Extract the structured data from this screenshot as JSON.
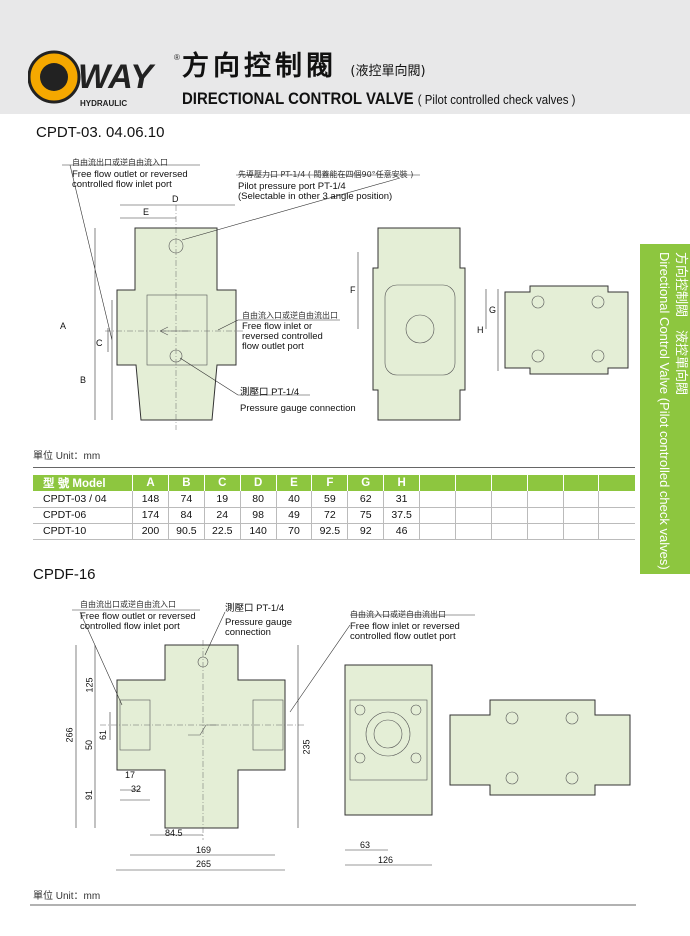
{
  "header": {
    "logo_text": "WAY",
    "logo_sub": "HYDRAULIC",
    "registered": "®",
    "title_zh": "方向控制閥",
    "title_zh_sub": "(液控單向閥)",
    "title_en": "DIRECTIONAL CONTROL VALVE",
    "title_en_sub": "( Pilot controlled check valves )"
  },
  "side_tab": {
    "zh": "方向控制閥　液控單向閥",
    "en": "Directional Control Valve (Pilot controlled check valves)"
  },
  "section1": {
    "title": "CPDT-03. 04.06.10",
    "labels": {
      "outlet_zh": "自由流出口或逆自由流入口",
      "outlet_en1": "Free flow outlet or reversed",
      "outlet_en2": "controlled flow inlet port",
      "pilot_zh": "先導壓力口 PT-1/4 ( 閥蓋能在四個90°任意安裝 )",
      "pilot_en1": "Pilot pressure port PT-1/4",
      "pilot_en2": "(Selectable in other 3 angle position)",
      "inlet_zh": "自由流入口或逆自由流出口",
      "inlet_en1": "Free flow inlet or",
      "inlet_en2": "reversed controlled",
      "inlet_en3": "flow outlet port",
      "gauge_zh": "測壓口  PT-1/4",
      "gauge_en": "Pressure gauge connection"
    },
    "dims": {
      "A": "A",
      "B": "B",
      "C": "C",
      "D": "D",
      "E": "E",
      "F": "F",
      "G": "G",
      "H": "H"
    },
    "unit": "單位 Unit：mm"
  },
  "table": {
    "headers": [
      "型 號 Model",
      "A",
      "B",
      "C",
      "D",
      "E",
      "F",
      "G",
      "H",
      "",
      "",
      "",
      "",
      "",
      ""
    ],
    "rows": [
      [
        "CPDT-03 / 04",
        "148",
        "74",
        "19",
        "80",
        "40",
        "59",
        "62",
        "31"
      ],
      [
        "CPDT-06",
        "174",
        "84",
        "24",
        "98",
        "49",
        "72",
        "75",
        "37.5"
      ],
      [
        "CPDT-10",
        "200",
        "90.5",
        "22.5",
        "140",
        "70",
        "92.5",
        "92",
        "46"
      ]
    ]
  },
  "section2": {
    "title": "CPDF-16",
    "labels": {
      "outlet_zh": "自由流出口或逆自由流入口",
      "outlet_en1": "Free flow outlet or reversed",
      "outlet_en2": "controlled flow inlet port",
      "gauge_zh": "測壓口  PT-1/4",
      "gauge_en1": "Pressure gauge",
      "gauge_en2": "connection",
      "inlet_zh": "自由流入口或逆自由流出口",
      "inlet_en1": "Free flow inlet or reversed",
      "inlet_en2": "controlled flow outlet port"
    },
    "dims": {
      "d266": "266",
      "d125": "125",
      "d50": "50",
      "d61": "61",
      "d91": "91",
      "d17": "17",
      "d32": "32",
      "d84": "84.5",
      "d169": "169",
      "d265": "265",
      "d235": "235",
      "d63": "63",
      "d126": "126"
    },
    "unit": "單位 Unit：mm"
  },
  "colors": {
    "accent": "#8dc63f",
    "valve_fill": "#e4eed6",
    "header_bg": "#e8e8e9"
  }
}
